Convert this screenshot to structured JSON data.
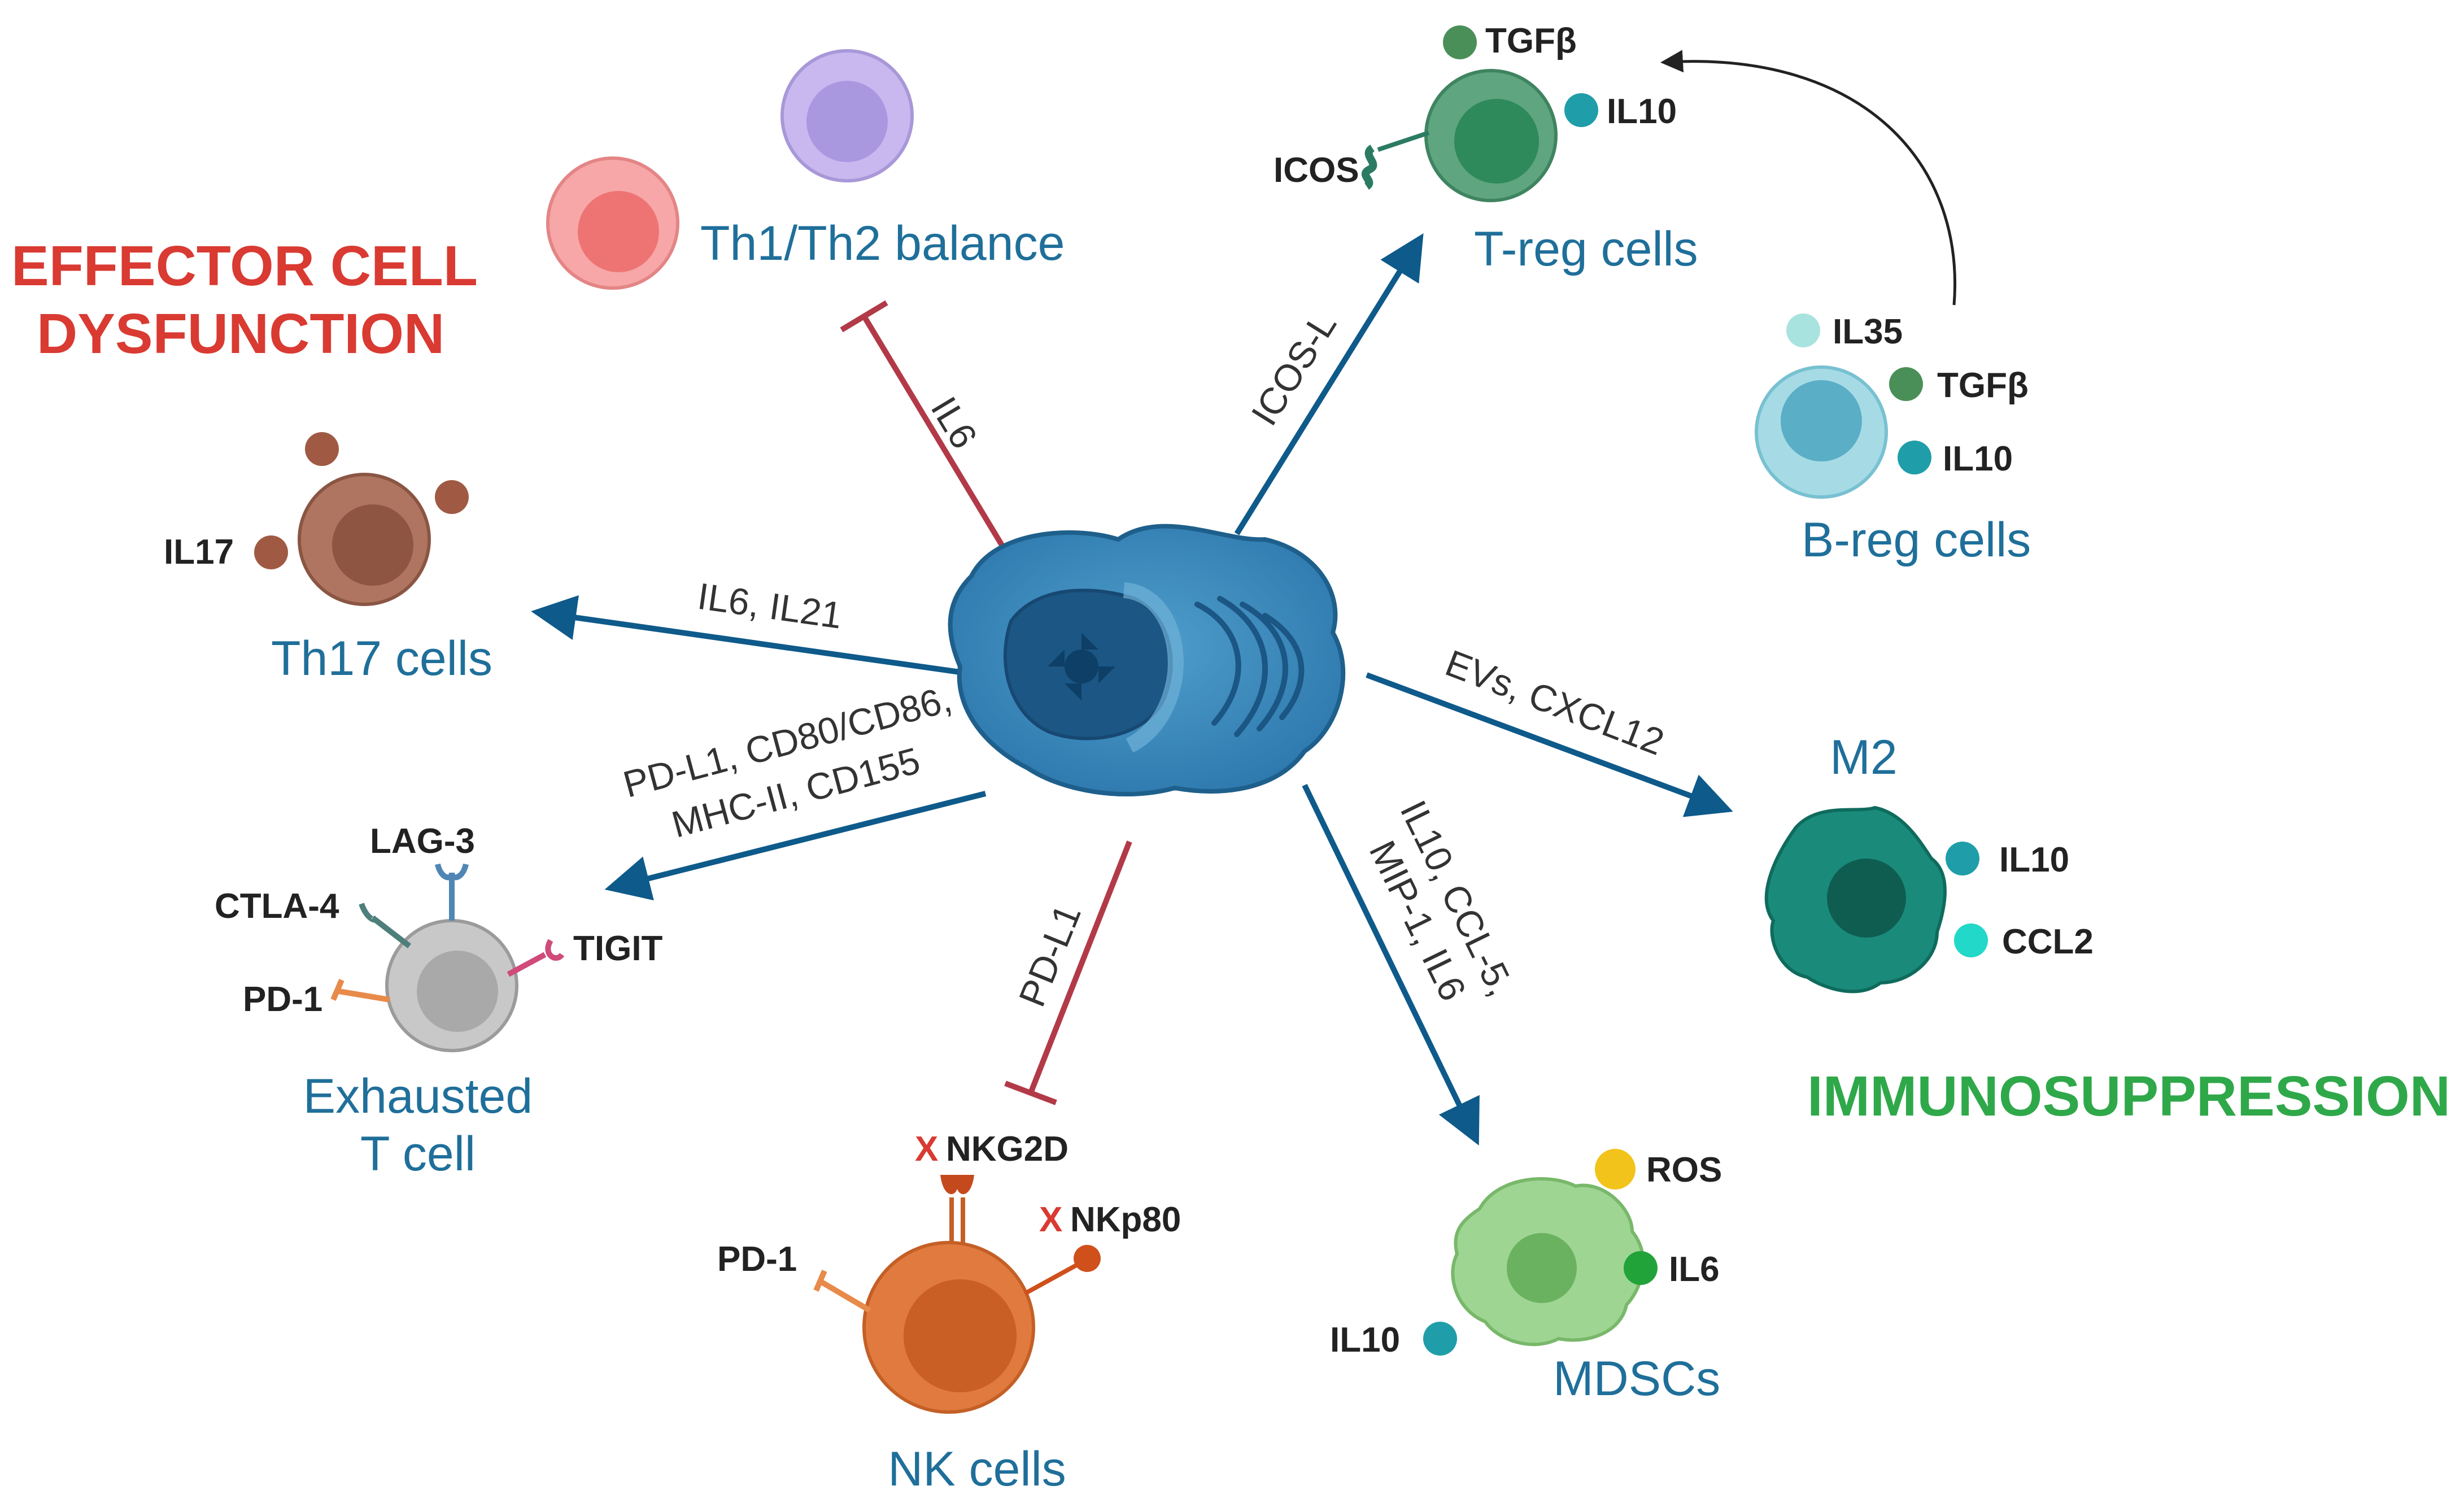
{
  "headings": {
    "effector_line1": "EFFECTOR CELL",
    "effector_line2": "DYSFUNCTION",
    "immunosuppression": "IMMUNOSUPPRESSION"
  },
  "cells": {
    "th1th2": "Th1/Th2 balance",
    "th17": "Th17 cells",
    "treg": "T-reg cells",
    "breg": "B-reg cells",
    "exhausted_line1": "Exhausted",
    "exhausted_line2": "T cell",
    "nk": "NK cells",
    "m2": "M2",
    "mdsc": "MDSCs"
  },
  "edges": {
    "il6_th1": "IL6",
    "th17": "IL6, IL21",
    "treg": "ICOS-L",
    "exhausted_line1": "PD-L1, CD80/CD86,",
    "exhausted_line2": "MHC-II, CD155",
    "nk": "PD-L1",
    "mdsc_line1": "IL10, CCL-5,",
    "mdsc_line2": "MIP-1, IL6",
    "m2": "EVs, CXCL12"
  },
  "molecules": {
    "treg_tgfb": "TGFβ",
    "treg_il10": "IL10",
    "treg_icos": "ICOS",
    "breg_il35": "IL35",
    "breg_tgfb": "TGFβ",
    "breg_il10": "IL10",
    "th17_il17": "IL17",
    "ex_lag3": "LAG-3",
    "ex_ctla4": "CTLA-4",
    "ex_tigit": "TIGIT",
    "ex_pd1": "PD-1",
    "nk_nkg2d": "NKG2D",
    "nk_nkp80": "NKp80",
    "nk_pd1": "PD-1",
    "nk_x1": "X",
    "nk_x2": "X",
    "m2_il10": "IL10",
    "m2_ccl2": "CCL2",
    "mdsc_ros": "ROS",
    "mdsc_il6": "IL6",
    "mdsc_il10": "IL10"
  },
  "colors": {
    "activation_arrow": "#0e5a8a",
    "inhibition_line": "#b23a48",
    "cell_label": "#1f6f9a",
    "heading_red": "#d93a32",
    "heading_green": "#2fa84a"
  }
}
